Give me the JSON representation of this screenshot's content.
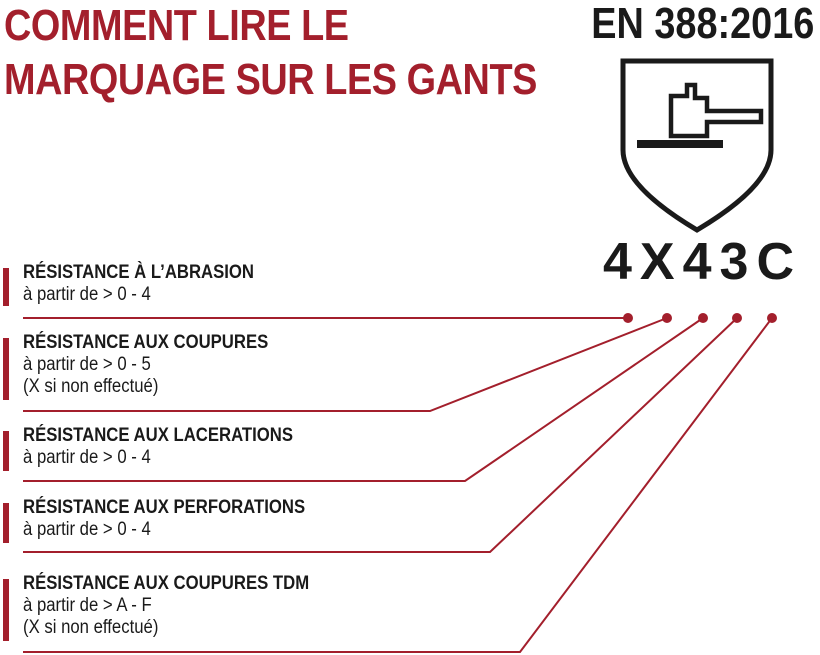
{
  "heading": {
    "line1": "COMMENT LIRE LE",
    "line2": "MARQUAGE SUR LES GANTS"
  },
  "standard": "EN 388:2016",
  "shield": {
    "icon": "glove-hammer-pictogram"
  },
  "performance_code": "4X43C",
  "items": [
    {
      "title": "RÉSISTANCE À L’ABRASION",
      "range": "à partir de > 0 - 4",
      "note": ""
    },
    {
      "title": "RÉSISTANCE AUX COUPURES",
      "range": "à partir de > 0 - 5",
      "note": "(X si non effectué)"
    },
    {
      "title": "RÉSISTANCE AUX LACERATIONS",
      "range": "à partir de > 0 - 4",
      "note": ""
    },
    {
      "title": "RÉSISTANCE AUX PERFORATIONS",
      "range": "à partir de > 0 - 4",
      "note": ""
    },
    {
      "title": "RÉSISTANCE AUX COUPURES TDM",
      "range": "à partir de > A - F",
      "note": "(X si non effectué)"
    }
  ],
  "colors": {
    "accent": "#a31f2c",
    "text": "#1a1a1a"
  }
}
